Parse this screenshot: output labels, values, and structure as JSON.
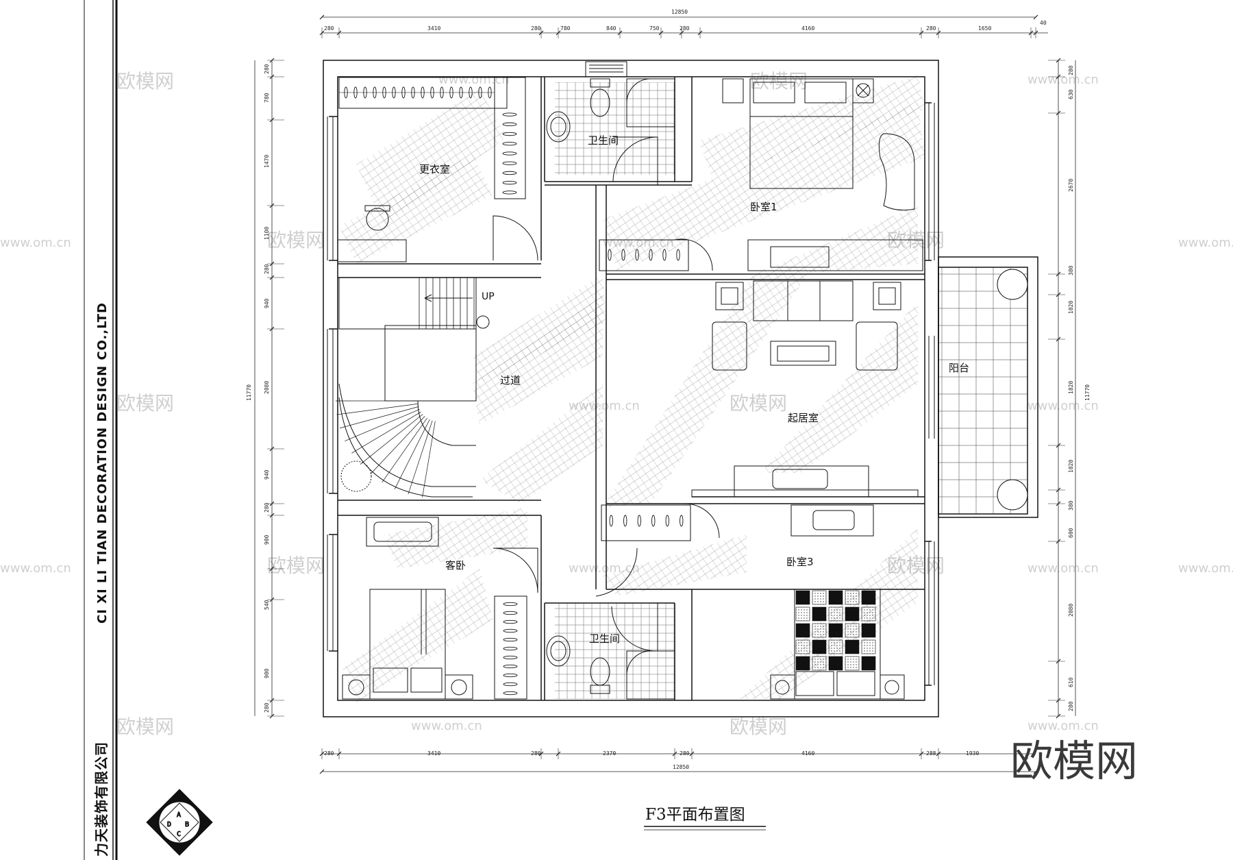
{
  "company": {
    "name_en": "CI XI LI TIAN DECORATION DESIGN CO.,LTD",
    "name_cn": "力天装饰有限公司"
  },
  "drawing_title": "F3平面布置图",
  "brand_watermark": "欧模网",
  "watermark_small": "欧模网",
  "watermark_url": "www.om.cn",
  "compass": {
    "a": "A",
    "b": "B",
    "c": "C",
    "d": "D"
  },
  "rooms": {
    "dressing": "更衣室",
    "bath_top": "卫生间",
    "bedroom1": "卧室1",
    "stairs_up": "UP",
    "corridor": "过道",
    "living": "起居室",
    "balcony": "阳台",
    "guest": "客卧",
    "bath_bottom": "卫生间",
    "bedroom3": "卧室3"
  },
  "dimensions": {
    "total_width": "12850",
    "top_segments": [
      "280",
      "3410",
      "280",
      "780",
      "840",
      "750",
      "280",
      "4160",
      "280",
      "1650",
      "40"
    ],
    "bottom_segments": [
      "280",
      "3410",
      "280",
      "2370",
      "280",
      "4160",
      "288",
      "1930"
    ],
    "total_height": "11770",
    "left_segments": [
      "280",
      "780",
      "1470",
      "1100",
      "280",
      "940",
      "2080",
      "940",
      "280",
      "900",
      "540",
      "900",
      "280"
    ],
    "right_segments": [
      "280",
      "630",
      "2670",
      "380",
      "1020",
      "1820",
      "1020",
      "380",
      "600",
      "2080",
      "610",
      "280"
    ]
  }
}
